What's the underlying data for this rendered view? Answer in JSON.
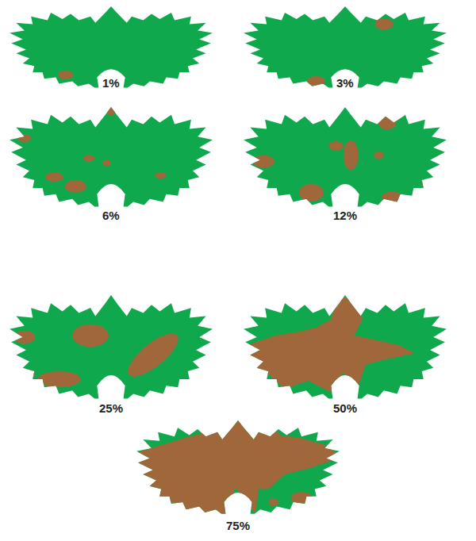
{
  "diagram": {
    "labels": [
      "1%",
      "3%",
      "6%",
      "12%",
      "25%",
      "50%",
      "75%"
    ]
  }
}
